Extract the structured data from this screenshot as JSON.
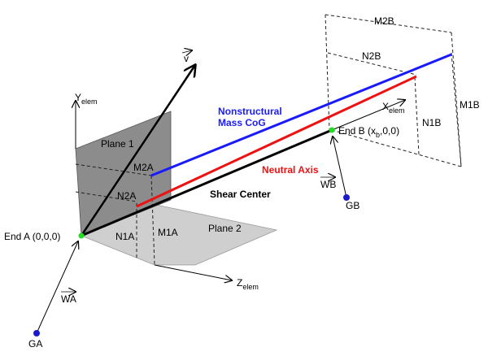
{
  "colors": {
    "nonstructural": "#1a1aff",
    "neutral_axis": "#ee1111",
    "shear_center": "#000000",
    "end_point": "#22dd22",
    "grid_point": "#1a1acc",
    "plane1_fill": "#8c8c8c",
    "plane2_fill": "#cfcfcf"
  },
  "labels": {
    "v": "v",
    "y_axis": "Y",
    "y_sub": "elem",
    "x_axis": "X",
    "x_sub": "elem",
    "z_axis": "Z",
    "z_sub": "elem",
    "plane1": "Plane 1",
    "plane2": "Plane 2",
    "m2a": "M2A",
    "n2a": "N2A",
    "n1a": "N1A",
    "m1a": "M1A",
    "m2b": "M2B",
    "n2b": "N2B",
    "n1b": "N1B",
    "m1b": "M1B",
    "nonstructural_line1": "Nonstructural",
    "nonstructural_line2": "Mass CoG",
    "neutral_axis": "Neutral Axis",
    "shear_center": "Shear Center",
    "end_a": "End A (0,0,0)",
    "end_b_prefix": "End B (x",
    "end_b_sub": "b",
    "end_b_suffix": ",0,0)",
    "wa": "WA",
    "wb": "WB",
    "ga": "GA",
    "gb": "GB"
  }
}
